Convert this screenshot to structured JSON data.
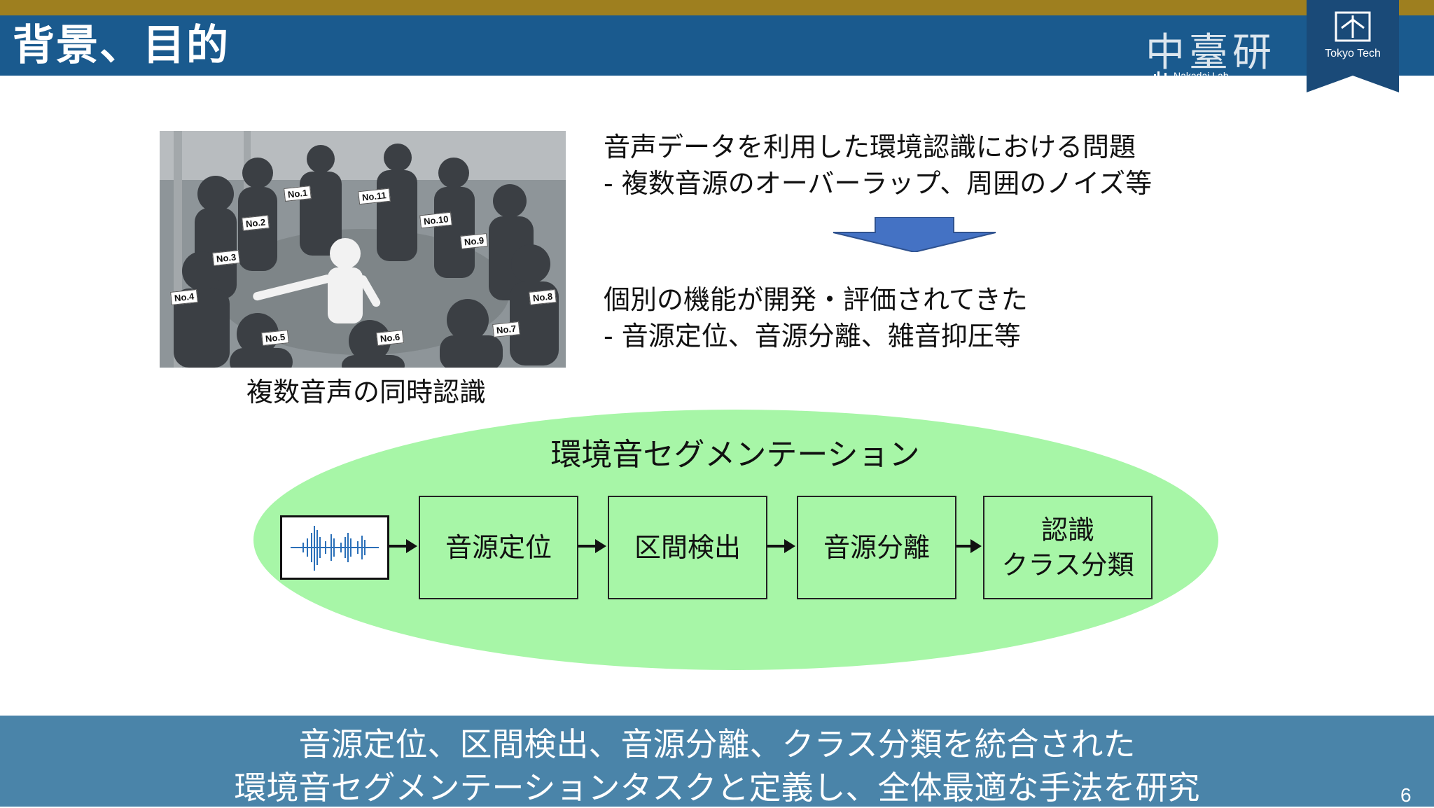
{
  "header": {
    "title": "背景、目的",
    "lab_logo_text": "中臺研",
    "lab_logo_sub": "Nakadai Lab.",
    "university": "Tokyo Tech"
  },
  "photo": {
    "caption": "複数音声の同時認識",
    "labels": [
      "No.1",
      "No.2",
      "No.3",
      "No.4",
      "No.5",
      "No.6",
      "No.7",
      "No.8",
      "No.9",
      "No.10",
      "No.11"
    ]
  },
  "issues": {
    "line1": "音声データを利用した環境認識における問題",
    "line2": "- 複数音源のオーバーラップ、周囲のノイズ等"
  },
  "development": {
    "line1": "個別の機能が開発・評価されてきた",
    "line2": "- 音源定位、音源分離、雑音抑圧等"
  },
  "segmentation": {
    "title": "環境音セグメンテーション",
    "stages": [
      {
        "label": "音源定位"
      },
      {
        "label": "区間検出"
      },
      {
        "label": "音源分離"
      },
      {
        "label_line1": "認識",
        "label_line2": "クラス分類"
      }
    ]
  },
  "footer": {
    "line1": "音源定位、区間検出、音源分離、クラス分類を統合された",
    "line2": "環境音セグメンテーションタスクと定義し、全体最適な手法を研究",
    "page_number": "6"
  },
  "colors": {
    "header": "#1a5a8e",
    "gold": "#9e7f1f",
    "ellipse": "#a7f6a7",
    "footer": "#4a84a9",
    "arrow": "#4472c4"
  }
}
